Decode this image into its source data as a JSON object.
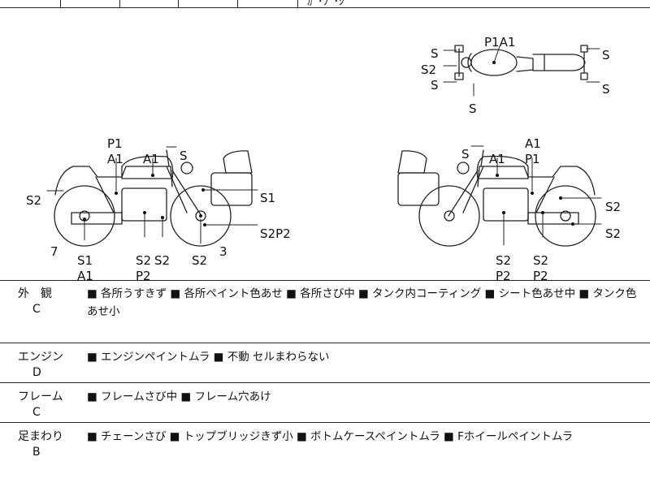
{
  "top_fragment": "ｶﾞ･ﾌﾞ･ｼ",
  "diagram": {
    "top_view": {
      "labels": [
        "S",
        "S2",
        "S",
        "S",
        "P1A1",
        "S",
        "S"
      ]
    },
    "left_side": {
      "labels": [
        "P1",
        "A1",
        "A1",
        "S",
        "S2",
        "S1",
        "S2P2",
        "7",
        "S1",
        "A1",
        "S2",
        "P2",
        "S2",
        "S2",
        "3"
      ]
    },
    "right_side": {
      "labels": [
        "S",
        "A1",
        "A1",
        "P1",
        "S2",
        "S2",
        "S2",
        "P2",
        "S2",
        "P2"
      ]
    }
  },
  "sections": [
    {
      "name": "外　観",
      "grade": "C",
      "notes": "■ 各所うすきず ■ 各所ペイント色あせ ■ 各所さび中 ■ タンク内コーティング ■ シート色あせ中 ■ タンク色あせ小"
    },
    {
      "name": "エンジン",
      "grade": "D",
      "notes": "■ エンジンペイントムラ ■ 不動 セルまわらない"
    },
    {
      "name": "フレーム",
      "grade": "C",
      "notes": "■ フレームさび中 ■ フレーム穴あけ"
    },
    {
      "name": "足まわり",
      "grade": "B",
      "notes": "■ チェーンさび ■ トップブリッジきず小 ■ ボトムケースペイントムラ ■ Fホイールペイントムラ"
    }
  ]
}
